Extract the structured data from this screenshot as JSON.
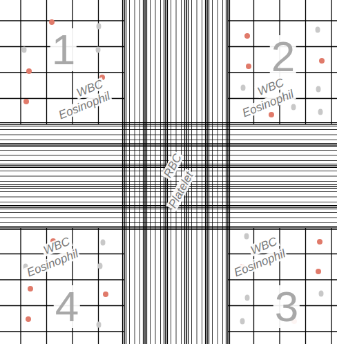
{
  "diagram": {
    "labels": [
      "1",
      "2",
      "3",
      "4",
      "WBC",
      "Eosinophil",
      "WBC",
      "Eosinophil",
      "WBC",
      "Eosinophil",
      "WBC",
      "Eosinophil",
      "RBC",
      "Platelet"
    ]
  }
}
